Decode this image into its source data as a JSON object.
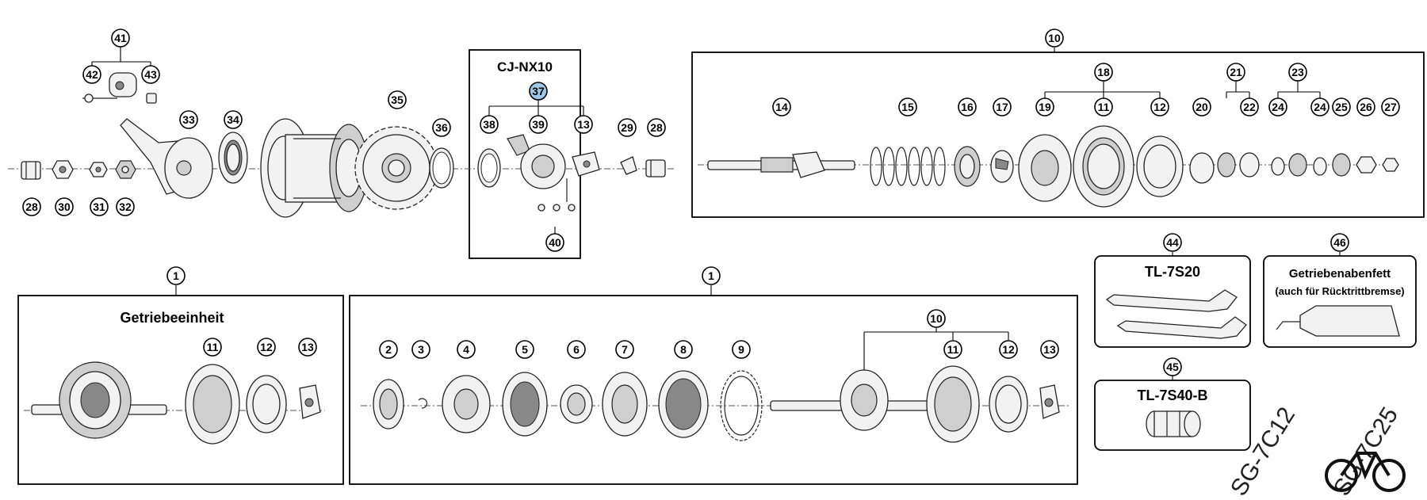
{
  "labels": {
    "cj_nx10": "CJ-NX10",
    "getriebeeinheit": "Getriebeeinheit",
    "tl_7s20": "TL-7S20",
    "tl_7s40b": "TL-7S40-B",
    "getriebenabenfett": "Getriebenabenfett",
    "getriebenabenfett_note": "(auch für Rücktrittbremse)"
  },
  "callouts": {
    "c41": "41",
    "c42": "42",
    "c43": "43",
    "c33": "33",
    "c34": "34",
    "c35": "35",
    "c36": "36",
    "c28a": "28",
    "c30": "30",
    "c31": "31",
    "c32": "32",
    "c37": "37",
    "c38": "38",
    "c39": "39",
    "c13a": "13",
    "c40": "40",
    "c29": "29",
    "c28b": "28",
    "c10a": "10",
    "c14": "14",
    "c15": "15",
    "c16": "16",
    "c17": "17",
    "c18": "18",
    "c19": "19",
    "c11a": "11",
    "c12a": "12",
    "c20": "20",
    "c21": "21",
    "c22": "22",
    "c23": "23",
    "c24a": "24",
    "c24b": "24",
    "c25": "25",
    "c26": "26",
    "c27": "27",
    "c44": "44",
    "c45": "45",
    "c46": "46",
    "c1a": "1",
    "c11b": "11",
    "c12b": "12",
    "c13b": "13",
    "c1b": "1",
    "c10b": "10",
    "c2": "2",
    "c3": "3",
    "c4": "4",
    "c5": "5",
    "c6": "6",
    "c7": "7",
    "c8": "8",
    "c9": "9",
    "c11c": "11",
    "c12c": "12",
    "c13c": "13"
  },
  "watermark": {
    "model_a": "SG-7C12",
    "model_b": "SG-7C25"
  },
  "icons": {
    "logo": "bicycle-icon"
  }
}
